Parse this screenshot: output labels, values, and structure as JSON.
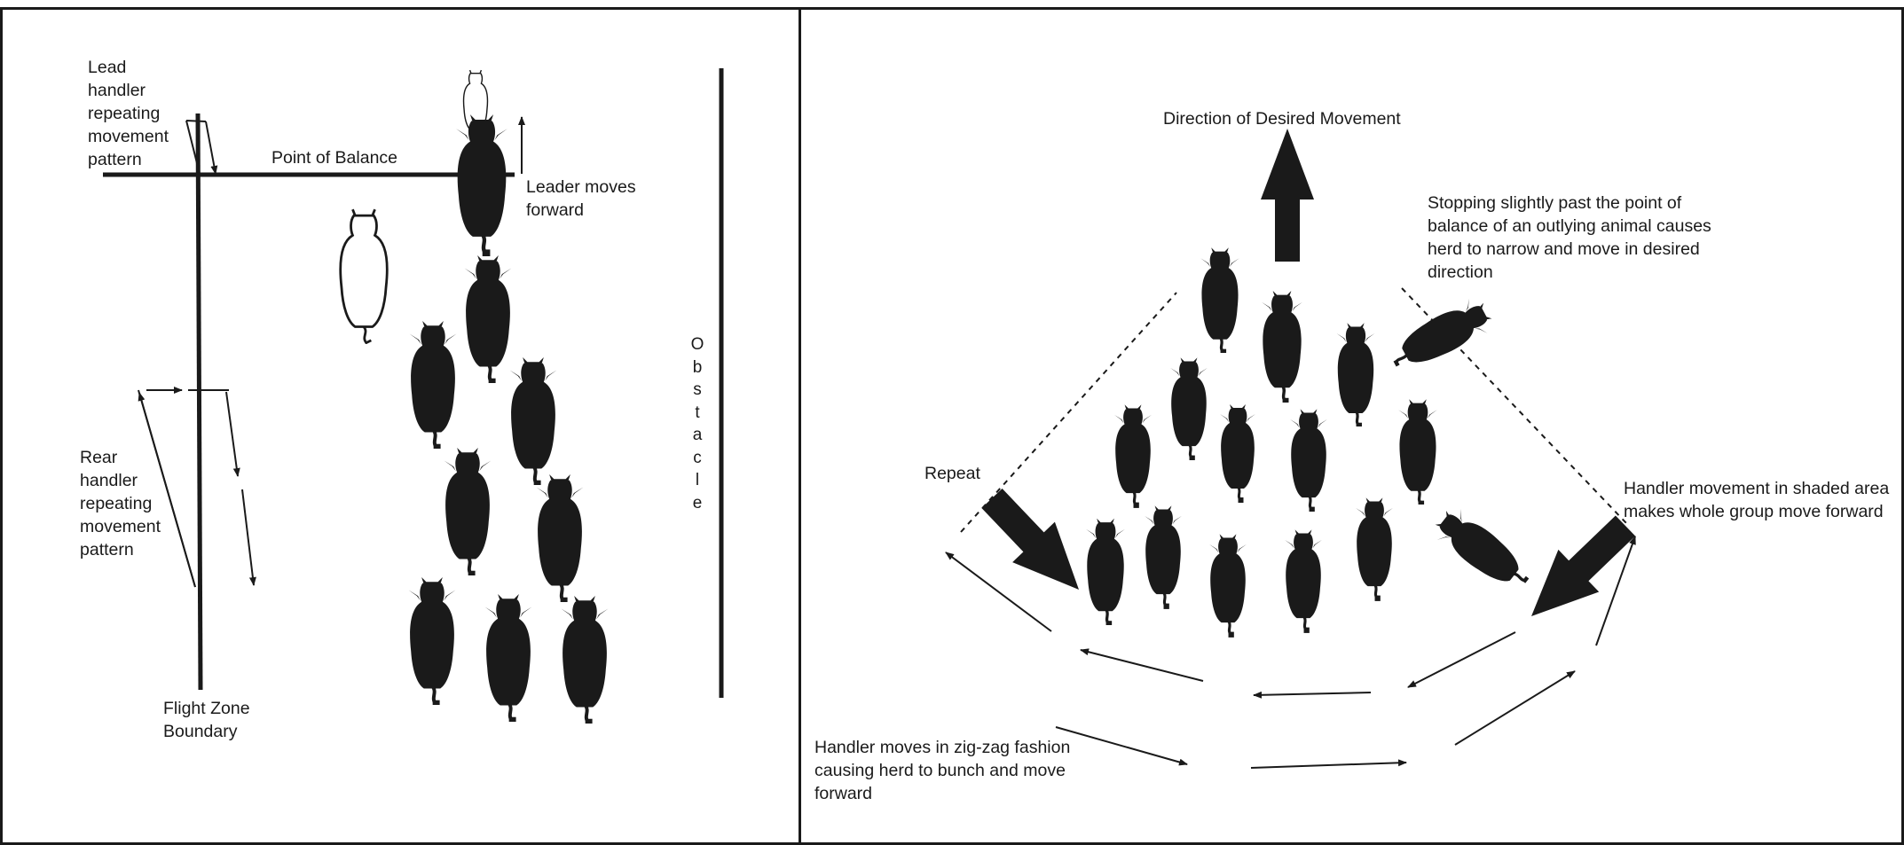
{
  "left_panel": {
    "labels": {
      "lead_handler": "Lead\nhandler\nrepeating\nmovement\npattern",
      "point_of_balance": "Point of Balance",
      "leader_moves": "Leader moves\nforward",
      "rear_handler": "Rear\nhandler\nrepeating\nmovement\npattern",
      "flight_zone": "Flight Zone\nBoundary",
      "obstacle": "O\nb\ns\nt\na\nc\nl\ne"
    }
  },
  "right_panel": {
    "labels": {
      "direction": "Direction of Desired Movement",
      "stopping": "Stopping slightly past the point of\nbalance of an outlying animal causes\nherd to narrow and move in desired\ndirection",
      "repeat": "Repeat",
      "handler_shaded": "Handler movement in shaded area\nmakes whole group move forward",
      "zigzag": "Handler moves in zig-zag fashion\ncausing herd to bunch and move\nforward"
    }
  },
  "colors": {
    "ink": "#1a1a1a",
    "background": "#ffffff"
  },
  "icons": [
    "cow-icon",
    "cow-outline-icon",
    "arrow-icon"
  ]
}
